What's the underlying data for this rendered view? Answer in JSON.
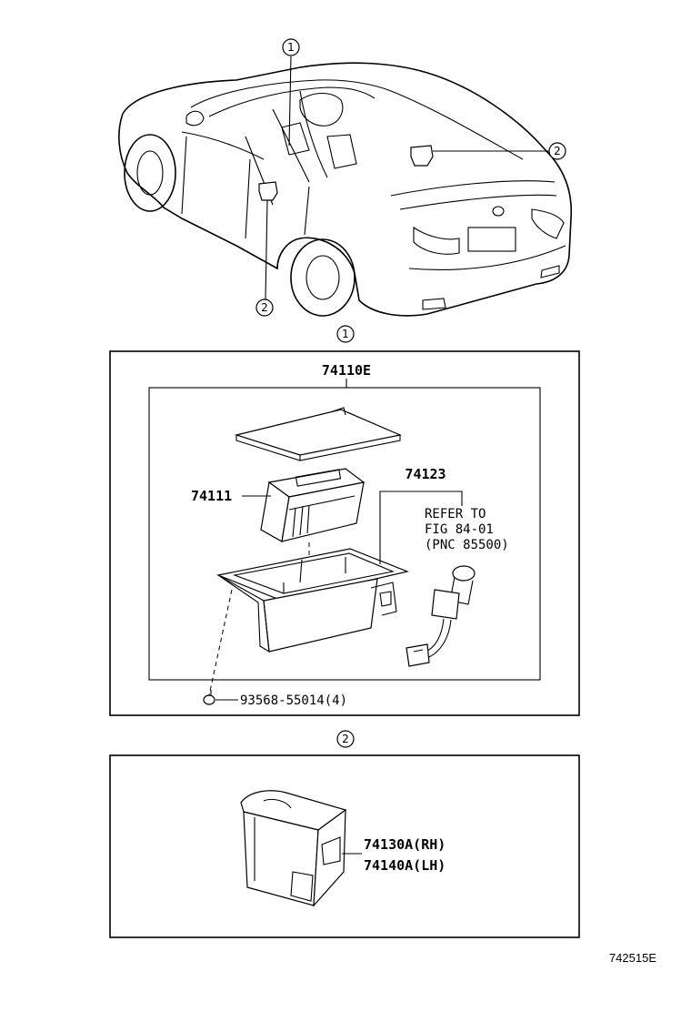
{
  "callouts": {
    "c1": "1",
    "c2": "2"
  },
  "section1": {
    "assembly_part": "74110E",
    "tray_part": "74111",
    "socket_part": "74123",
    "refer_line1": "REFER TO",
    "refer_line2": "FIG 84-01",
    "refer_line3": "(PNC 85500)",
    "screw_part": "93568-55014(4)"
  },
  "section2": {
    "part_rh": "74130A(RH)",
    "part_lh": "74140A(LH)"
  },
  "figure_number": "742515E",
  "icons": [
    "car-icon",
    "ashtray-assembly-icon",
    "lid-icon",
    "inner-tray-icon",
    "socket-icon",
    "screw-icon",
    "door-ashtray-icon"
  ]
}
